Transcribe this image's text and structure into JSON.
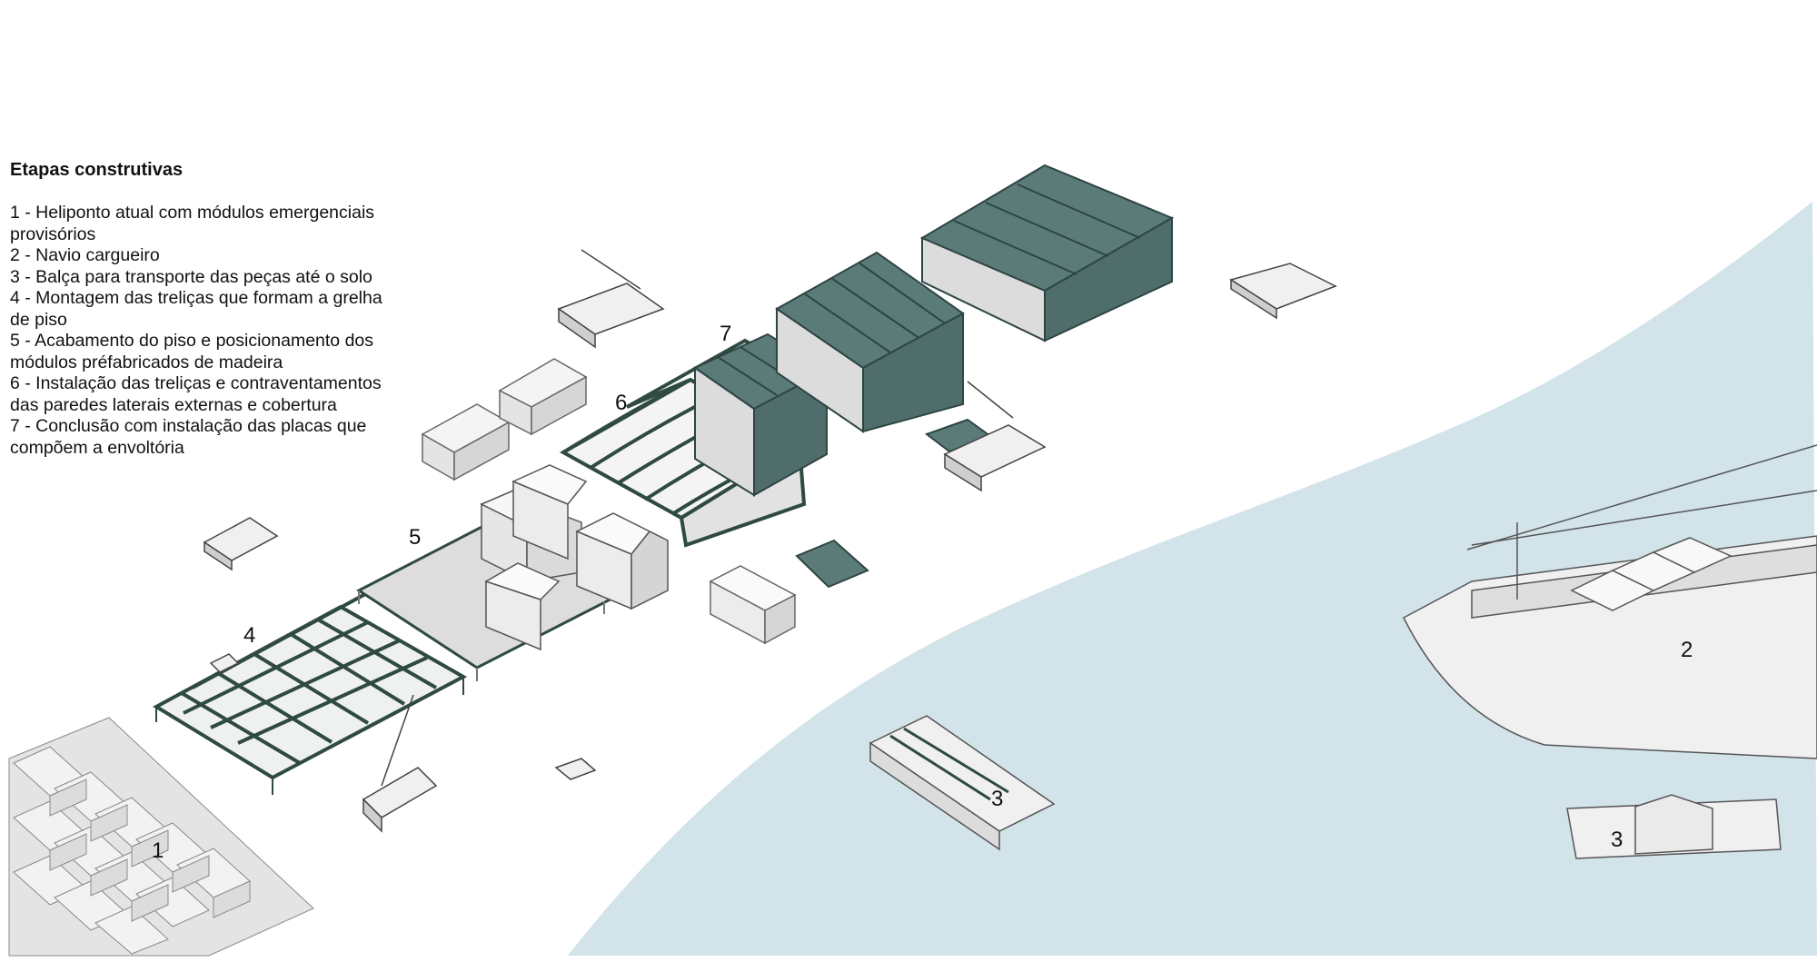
{
  "legend": {
    "title": "Etapas construtivas",
    "items": [
      "1 - Heliponto atual com módulos emergenciais provisórios",
      "2 - Navio cargueiro",
      "3 - Balça para transporte das peças até o solo",
      "4 - Montagem das treliças que formam a grelha de piso",
      "5 - Acabamento do piso e posicionamento dos módulos préfabricados de madeira",
      "6 - Instalação das treliças e contraventamentos das paredes laterais externas e cobertura",
      "7 - Conclusão com instalação das placas que compõem a envoltória"
    ]
  },
  "labels": {
    "one": "1",
    "two": "2",
    "three_barge": "3",
    "three_ferry": "3",
    "four": "4",
    "five": "5",
    "six": "6",
    "seven": "7"
  },
  "colors": {
    "water": "#d2e3ea",
    "enclosure": "#5a7b78",
    "truss": "#2f4a3f",
    "floor": "#dddddd",
    "module": "#f1f1f1"
  }
}
